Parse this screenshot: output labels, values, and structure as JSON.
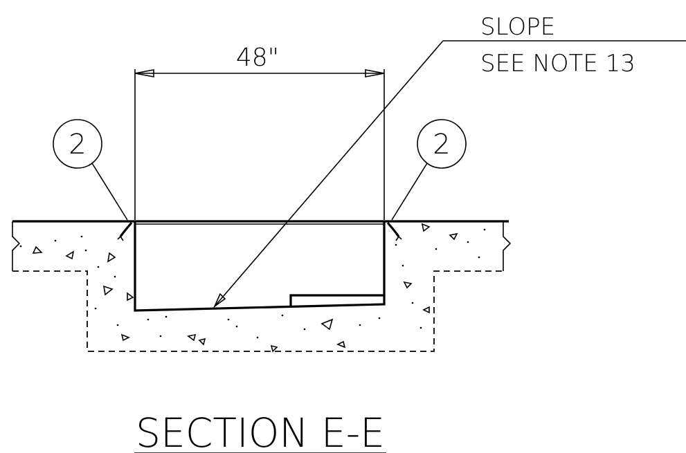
{
  "dimension": {
    "width_label": "48\""
  },
  "slope_callout": {
    "line1": "SLOPE",
    "line2": "SEE NOTE 13"
  },
  "callouts": [
    {
      "label": "2"
    },
    {
      "label": "2"
    }
  ],
  "section_title": "SECTION E-E"
}
